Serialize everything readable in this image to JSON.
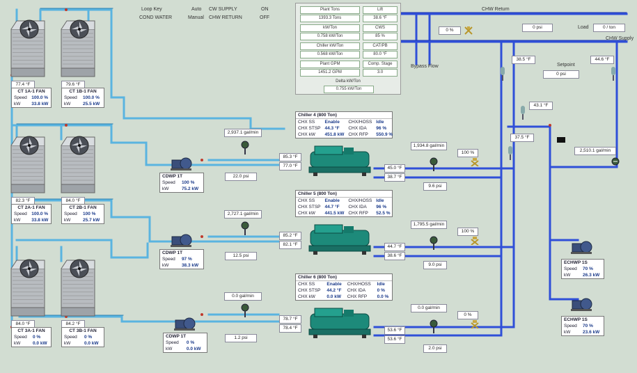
{
  "header": {
    "loop_label": "Loop Key",
    "loop_sub": "COND WATER",
    "cw_label": "CW",
    "cw_state": "CW SUPPLY",
    "on_label": "ON",
    "chw_label": "CHW",
    "chw_state": "CHW RETURN",
    "off_label": "OFF",
    "mode_a": "Auto",
    "mode_b": "Manual"
  },
  "summary": {
    "plant_tons_label": "Plant Tons",
    "plant_tons_value": "1393.3 Tons",
    "kw_label": "kW/Ton",
    "kw_value": "0.758 kW/Ton",
    "chiller_kw_label": "Chiller kW/Ton",
    "chiller_kw_value": "0.568 kW/Ton",
    "flow_label": "Plant GPM",
    "flow_value": "1451.2 GPM",
    "tab1": "Lift",
    "tab1_value": "38.6 °F",
    "tab2": "CWS",
    "tab2_value": "85 %",
    "tab3": "CAT/PB",
    "tab3_value": "80.0 °F",
    "tab4": "Comp. Stage",
    "tab4_value": "3.0",
    "bottom_label": "Delta kW/Ton",
    "bottom_value": "0.755 kW/Ton"
  },
  "chw_return": {
    "label": "CHW Return",
    "tag_a": "0 %",
    "tag_b": "0 psi",
    "tag_c": "Load",
    "tag_d": "0 / ton",
    "supply_label": "CHW Supply",
    "bypass_label": "Bypass Flow",
    "tag_e": "38.5 °F",
    "tag_f": "44.6 °F",
    "setpoint": "Setpoint",
    "tag_g": "0 psi",
    "tag_h": "43.1 °F",
    "tag_i": "37.5 °F",
    "flow_main": "2,510.1 gal/min"
  },
  "towers": [
    {
      "name": "CT 1A-1 FAN",
      "speed_label": "Speed",
      "speed": "100.0 %",
      "kw_label": "kW",
      "kw": "33.8 kW",
      "temp": "77.4 °F"
    },
    {
      "name": "CT 1B-1 FAN",
      "speed_label": "Speed",
      "speed": "100.0 %",
      "kw_label": "kW",
      "kw": "25.5 kW",
      "temp": "79.6 °F"
    },
    {
      "name": "CT 2A-1 FAN",
      "speed_label": "Speed",
      "speed": "100.0 %",
      "kw_label": "kW",
      "kw": "33.8 kW",
      "temp": "82.3 °F"
    },
    {
      "name": "CT 2B-1 FAN",
      "speed_label": "Speed",
      "speed": "100 %",
      "kw_label": "kW",
      "kw": "25.7 kW",
      "temp": "84.0 °F"
    },
    {
      "name": "CT 3A-1 FAN",
      "speed_label": "Speed",
      "speed": "0 %",
      "kw_label": "kW",
      "kw": "0.0 kW",
      "temp": "84.0 °F"
    },
    {
      "name": "CT 3B-1 FAN",
      "speed_label": "Speed",
      "speed": "0 %",
      "kw_label": "kW",
      "kw": "0.0 kW",
      "temp": "84.2 °F"
    }
  ],
  "cw_pumps": [
    {
      "name": "CDWP 1T",
      "speed_label": "Speed",
      "speed": "100 %",
      "kw_label": "kW",
      "kw": "75.2 kW",
      "flow": "2,937.1 gal/min",
      "psi": "22.0 psi"
    },
    {
      "name": "CDWP 1T",
      "speed_label": "Speed",
      "speed": "97 %",
      "kw_label": "kW",
      "kw": "38.3 kW",
      "flow": "2,727.1 gal/min",
      "psi": "12.5 psi"
    },
    {
      "name": "CDWP 1T",
      "speed_label": "Speed",
      "speed": "0 %",
      "kw_label": "kW",
      "kw": "0.0 kW",
      "flow": "0.0 gal/min",
      "psi": "1.2 psi"
    }
  ],
  "chillers": [
    {
      "title": "Chiller 4 (800 Ton)",
      "r1a": "CHX SS",
      "r1b": "Enable",
      "r1c": "CHX/HOSS",
      "r1d": "Idle",
      "r2a": "CHX STSP",
      "r2b": "44.3 °F",
      "r2c": "CHX IDA",
      "r2d": "96 %",
      "r3a": "CHX kW",
      "r3b": "451.8 kW",
      "r3c": "CHX RFP",
      "r3d": "550.9 %",
      "in_temp": "85.3 °F",
      "out_temp": "77.0 °F",
      "chw_in": "45.0 °F",
      "chw_out": "38.7 °F",
      "chw_flow": "1,934.8 gal/min",
      "chw_psi": "9.6 psi",
      "valve": "100 %"
    },
    {
      "title": "Chiller 5 (800 Ton)",
      "r1a": "CHX SS",
      "r1b": "Enable",
      "r1c": "CHX/HOSS",
      "r1d": "Idle",
      "r2a": "CHX STSP",
      "r2b": "44.7 °F",
      "r2c": "CHX IDA",
      "r2d": "96 %",
      "r3a": "CHX kW",
      "r3b": "441.5 kW",
      "r3c": "CHX RFP",
      "r3d": "52.5 %",
      "in_temp": "85.2 °F",
      "out_temp": "82.1 °F",
      "chw_in": "44.7 °F",
      "chw_out": "38.6 °F",
      "chw_flow": "1,795.5 gal/min",
      "chw_psi": "9.0 psi",
      "valve": "100 %"
    },
    {
      "title": "Chiller 6 (800 Ton)",
      "r1a": "CHX SS",
      "r1b": "Enable",
      "r1c": "CHX/HOSS",
      "r1d": "Idle",
      "r2a": "CHX STSP",
      "r2b": "44.2 °F",
      "r2c": "CHX IDA",
      "r2d": "0 %",
      "r3a": "CHX kW",
      "r3b": "0.0 kW",
      "r3c": "CHX RFP",
      "r3d": "0.0 %",
      "in_temp": "78.7 °F",
      "out_temp": "78.4 °F",
      "chw_in": "53.6 °F",
      "chw_out": "53.6 °F",
      "chw_flow": "0.0 gal/min",
      "chw_psi": "2.0 psi",
      "valve": "0 %"
    }
  ],
  "chw_pumps": [
    {
      "name": "ECHWP 1S",
      "speed_label": "Speed",
      "speed": "70 %",
      "kw_label": "kW",
      "kw": "26.3 kW"
    },
    {
      "name": "ECHWP 1S",
      "speed_label": "Speed",
      "speed": "70 %",
      "kw_label": "kW",
      "kw": "23.6 kW"
    }
  ],
  "colors": {
    "cw_pipe": "#5ab4e0",
    "chw_pipe": "#2f4fd8",
    "cw_pipe_dark": "#2a7fb0",
    "chw_pipe_dark": "#1f37b4"
  }
}
